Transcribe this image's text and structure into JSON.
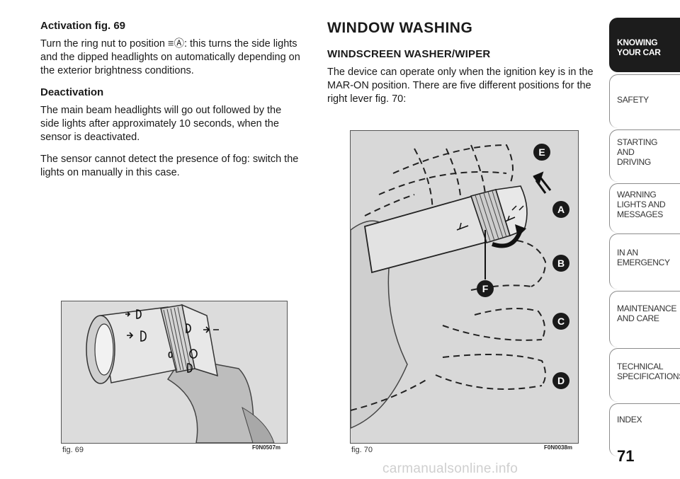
{
  "left_column": {
    "activation_heading": "Activation fig. 69",
    "activation_text": "Turn the ring nut to position ≡Ⓐ: this turns the side lights and the dipped headlights on automatically depending on the exterior brightness conditions.",
    "deactivation_heading": "Deactivation",
    "deactivation_text": "The main beam headlights will go out followed by the side lights after approximately 10 seconds, when the sensor is deactivated.",
    "fog_text": "The sensor cannot detect the presence of fog: switch the lights on manually in this case."
  },
  "right_column": {
    "section_title": "WINDOW WASHING",
    "subsection_title": "WINDSCREEN WASHER/WIPER",
    "body_text": "The device can operate only when the ignition key is in the MAR-ON position. There are five different positions for the right lever fig. 70:"
  },
  "fig69": {
    "label": "fig. 69",
    "code": "F0N0507m",
    "ring_mark": "0"
  },
  "fig70": {
    "label": "fig. 70",
    "code": "F0N0038m",
    "positions": [
      "E",
      "A",
      "B",
      "C",
      "D",
      "F"
    ]
  },
  "sidebar": {
    "tabs": [
      {
        "label": "KNOWING\nYOUR CAR",
        "active": true
      },
      {
        "label": "SAFETY",
        "active": false
      },
      {
        "label": "STARTING\nAND\nDRIVING",
        "active": false
      },
      {
        "label": "WARNING\nLIGHTS AND\nMESSAGES",
        "active": false
      },
      {
        "label": "IN AN\nEMERGENCY",
        "active": false
      },
      {
        "label": "MAINTENANCE\nAND CARE",
        "active": false
      },
      {
        "label": "TECHNICAL\nSPECIFICATIONS",
        "active": false
      },
      {
        "label": "INDEX",
        "active": false
      }
    ]
  },
  "page_number": "71",
  "watermark": "carmanualsonline.info",
  "colors": {
    "active_tab": "#1c1c1c",
    "figure_bg": "#dcdcdc"
  }
}
